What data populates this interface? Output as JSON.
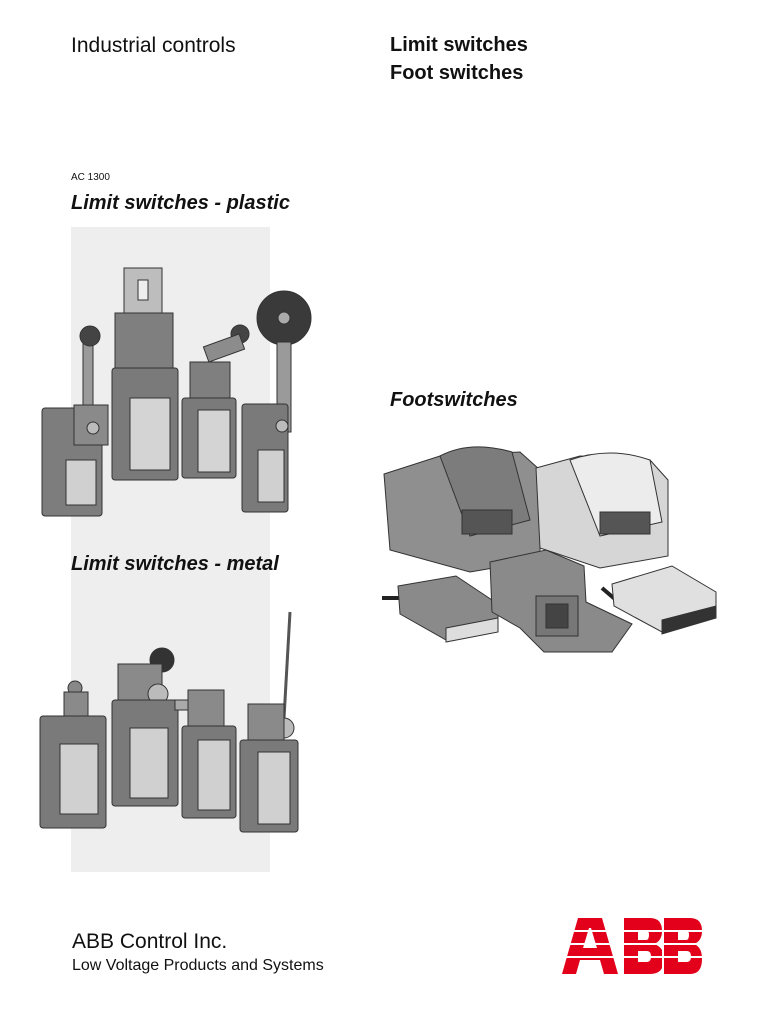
{
  "header": {
    "category": "Industrial controls",
    "title_line1": "Limit switches",
    "title_line2": "Foot switches"
  },
  "catalog_code": "AC 1300",
  "sections": {
    "plastic": "Limit switches - plastic",
    "metal": "Limit switches - metal",
    "footswitches": "Footswitches"
  },
  "footer": {
    "company": "ABB Control Inc.",
    "division": "Low Voltage Products and Systems",
    "logo_text": "ABB"
  },
  "colors": {
    "logo_red": "#e2001a",
    "panel_gray": "#eeeeee"
  }
}
